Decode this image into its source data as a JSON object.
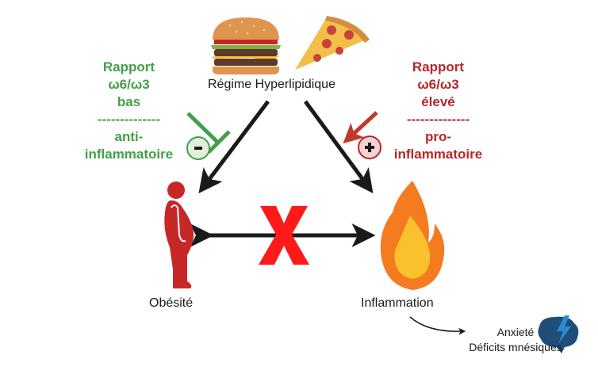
{
  "diagram": {
    "top_node": {
      "label": "Régime Hyperlipidique",
      "icons": [
        "burger-icon",
        "pizza-icon"
      ]
    },
    "left_node": {
      "label": "Obésité",
      "icon": "obese-person-icon"
    },
    "right_node": {
      "label": "Inflammation",
      "icon": "fire-icon"
    },
    "left_annotation": {
      "lines": [
        "Rapport",
        "ω6/ω3",
        "bas"
      ],
      "divider": "--------------",
      "effect": [
        "anti-",
        "inflammatoire"
      ],
      "sign": "-",
      "color": "#43a047",
      "connector": "inhibition"
    },
    "right_annotation": {
      "lines": [
        "Rapport",
        "ω6/ω3",
        "élevé"
      ],
      "divider": "--------------",
      "effect": [
        "pro-",
        "inflammatoire"
      ],
      "sign": "+",
      "color": "#b3282d",
      "connector": "activation"
    },
    "middle_link": {
      "type": "bidirectional",
      "blocked": true,
      "block_mark": "X",
      "block_color": "#ff1a1a"
    },
    "outcome": {
      "lines": [
        "Anxieté",
        "Déficits mnésiques"
      ],
      "icon": "brain-lightning-icon"
    }
  }
}
